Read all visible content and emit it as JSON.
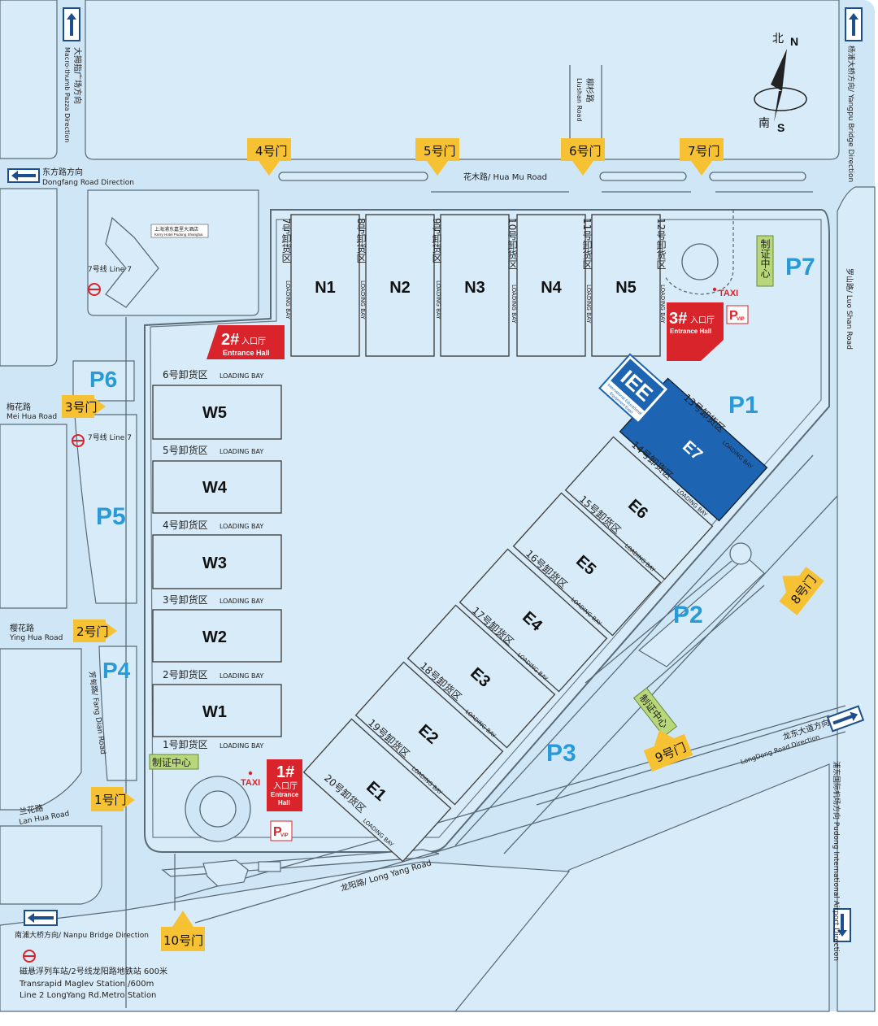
{
  "colors": {
    "background": "#cfe6f6",
    "block": "#d8ebf8",
    "outline": "#3a3a3a",
    "gate_yellow": "#f6c233",
    "entrance_red": "#d8242a",
    "parking_blue": "#2a9ad6",
    "e7_blue": "#1d65b2",
    "green_label": "#b7d77a",
    "road_label": "#222222"
  },
  "compass": {
    "north_cn": "北",
    "north_en": "N",
    "south_cn": "南",
    "south_en": "S"
  },
  "directions": {
    "macro_thumb_cn": "大拇指广场方向",
    "macro_thumb_en": "Macro-thumb Pazza Direction",
    "dongfang_cn": "东方路方向",
    "dongfang_en": "Dongfang Road Direction",
    "yangpu": "杨浦大桥方向/ Yangpu Bridge Direction",
    "liushan_cn": "柳杉路",
    "liushan_en": "Liushan Road",
    "huamu": "花木路/ Hua Mu Road",
    "luoshan": "罗山路/ Luo Shan Road",
    "meihua_cn": "梅花路",
    "meihua_en": "Mei Hua Road",
    "yinghua_cn": "樱花路",
    "yinghua_en": "Ying Hua Road",
    "fangdian": "芳甸路/ Fang Dian Road",
    "lanhua_cn": "兰花路",
    "lanhua_en": "Lan Hua Road",
    "longyang": "龙阳路/ Long Yang Road",
    "nanpu": "南浦大桥方向/ Nanpu Bridge Direction",
    "longdong_cn": "龙东大道方向",
    "longdong_en": "LongDong Road Direction",
    "pudong_airport": "浦东国际机场方向 Pudong International Airport Direction"
  },
  "hotel": {
    "cn": "上海浦东嘉里大酒店",
    "en": "Kerry Hotel Pudong Shanghai"
  },
  "metro": {
    "line7_top": "7号线 Line 7",
    "line7_left": "7号线 Line 7",
    "maglev_cn": "磁悬浮列车站/2号线龙阳路地铁站  600米",
    "maglev_en": "Transrapid Maglev Station  /600m",
    "line2_en": "Line 2 LongYang Rd.Metro Station"
  },
  "gates": {
    "g1": "1号门",
    "g2": "2号门",
    "g3": "3号门",
    "g4": "4号门",
    "g5": "5号门",
    "g6": "6号门",
    "g7": "7号门",
    "g8": "8号门",
    "g9": "9号门",
    "g10": "10号门"
  },
  "halls": {
    "north": [
      "N1",
      "N2",
      "N3",
      "N4",
      "N5"
    ],
    "west": [
      "W5",
      "W4",
      "W3",
      "W2",
      "W1"
    ],
    "east": [
      "E7",
      "E6",
      "E5",
      "E4",
      "E3",
      "E2",
      "E1"
    ]
  },
  "loading": {
    "bay_en": "LOADING BAY",
    "north": [
      "7号卸货区",
      "8号卸货区",
      "9号卸货区",
      "10号卸货区",
      "11号卸货区",
      "12号卸货区"
    ],
    "west": [
      "6号卸货区",
      "5号卸货区",
      "4号卸货区",
      "3号卸货区",
      "2号卸货区",
      "1号卸货区"
    ],
    "east": [
      "13号卸货区",
      "14号卸货区",
      "15号卸货区",
      "16号卸货区",
      "17号卸货区",
      "18号卸货区",
      "19号卸货区",
      "20号卸货区"
    ]
  },
  "entrances": {
    "e1_num": "1#",
    "e2_num": "2#",
    "e3_num": "3#",
    "cn": "入口厅",
    "en1": "Entrance",
    "en2": "Hall",
    "en": "Entrance Hall"
  },
  "parking": [
    "P1",
    "P2",
    "P3",
    "P4",
    "P5",
    "P6",
    "P7"
  ],
  "vip": {
    "p": "P",
    "vip": "VIP"
  },
  "taxi": "TAXI",
  "cert_center": "制证中心",
  "iee": {
    "logo": "IEE",
    "line1": "International Educational",
    "line2": "Equipment Expo"
  }
}
